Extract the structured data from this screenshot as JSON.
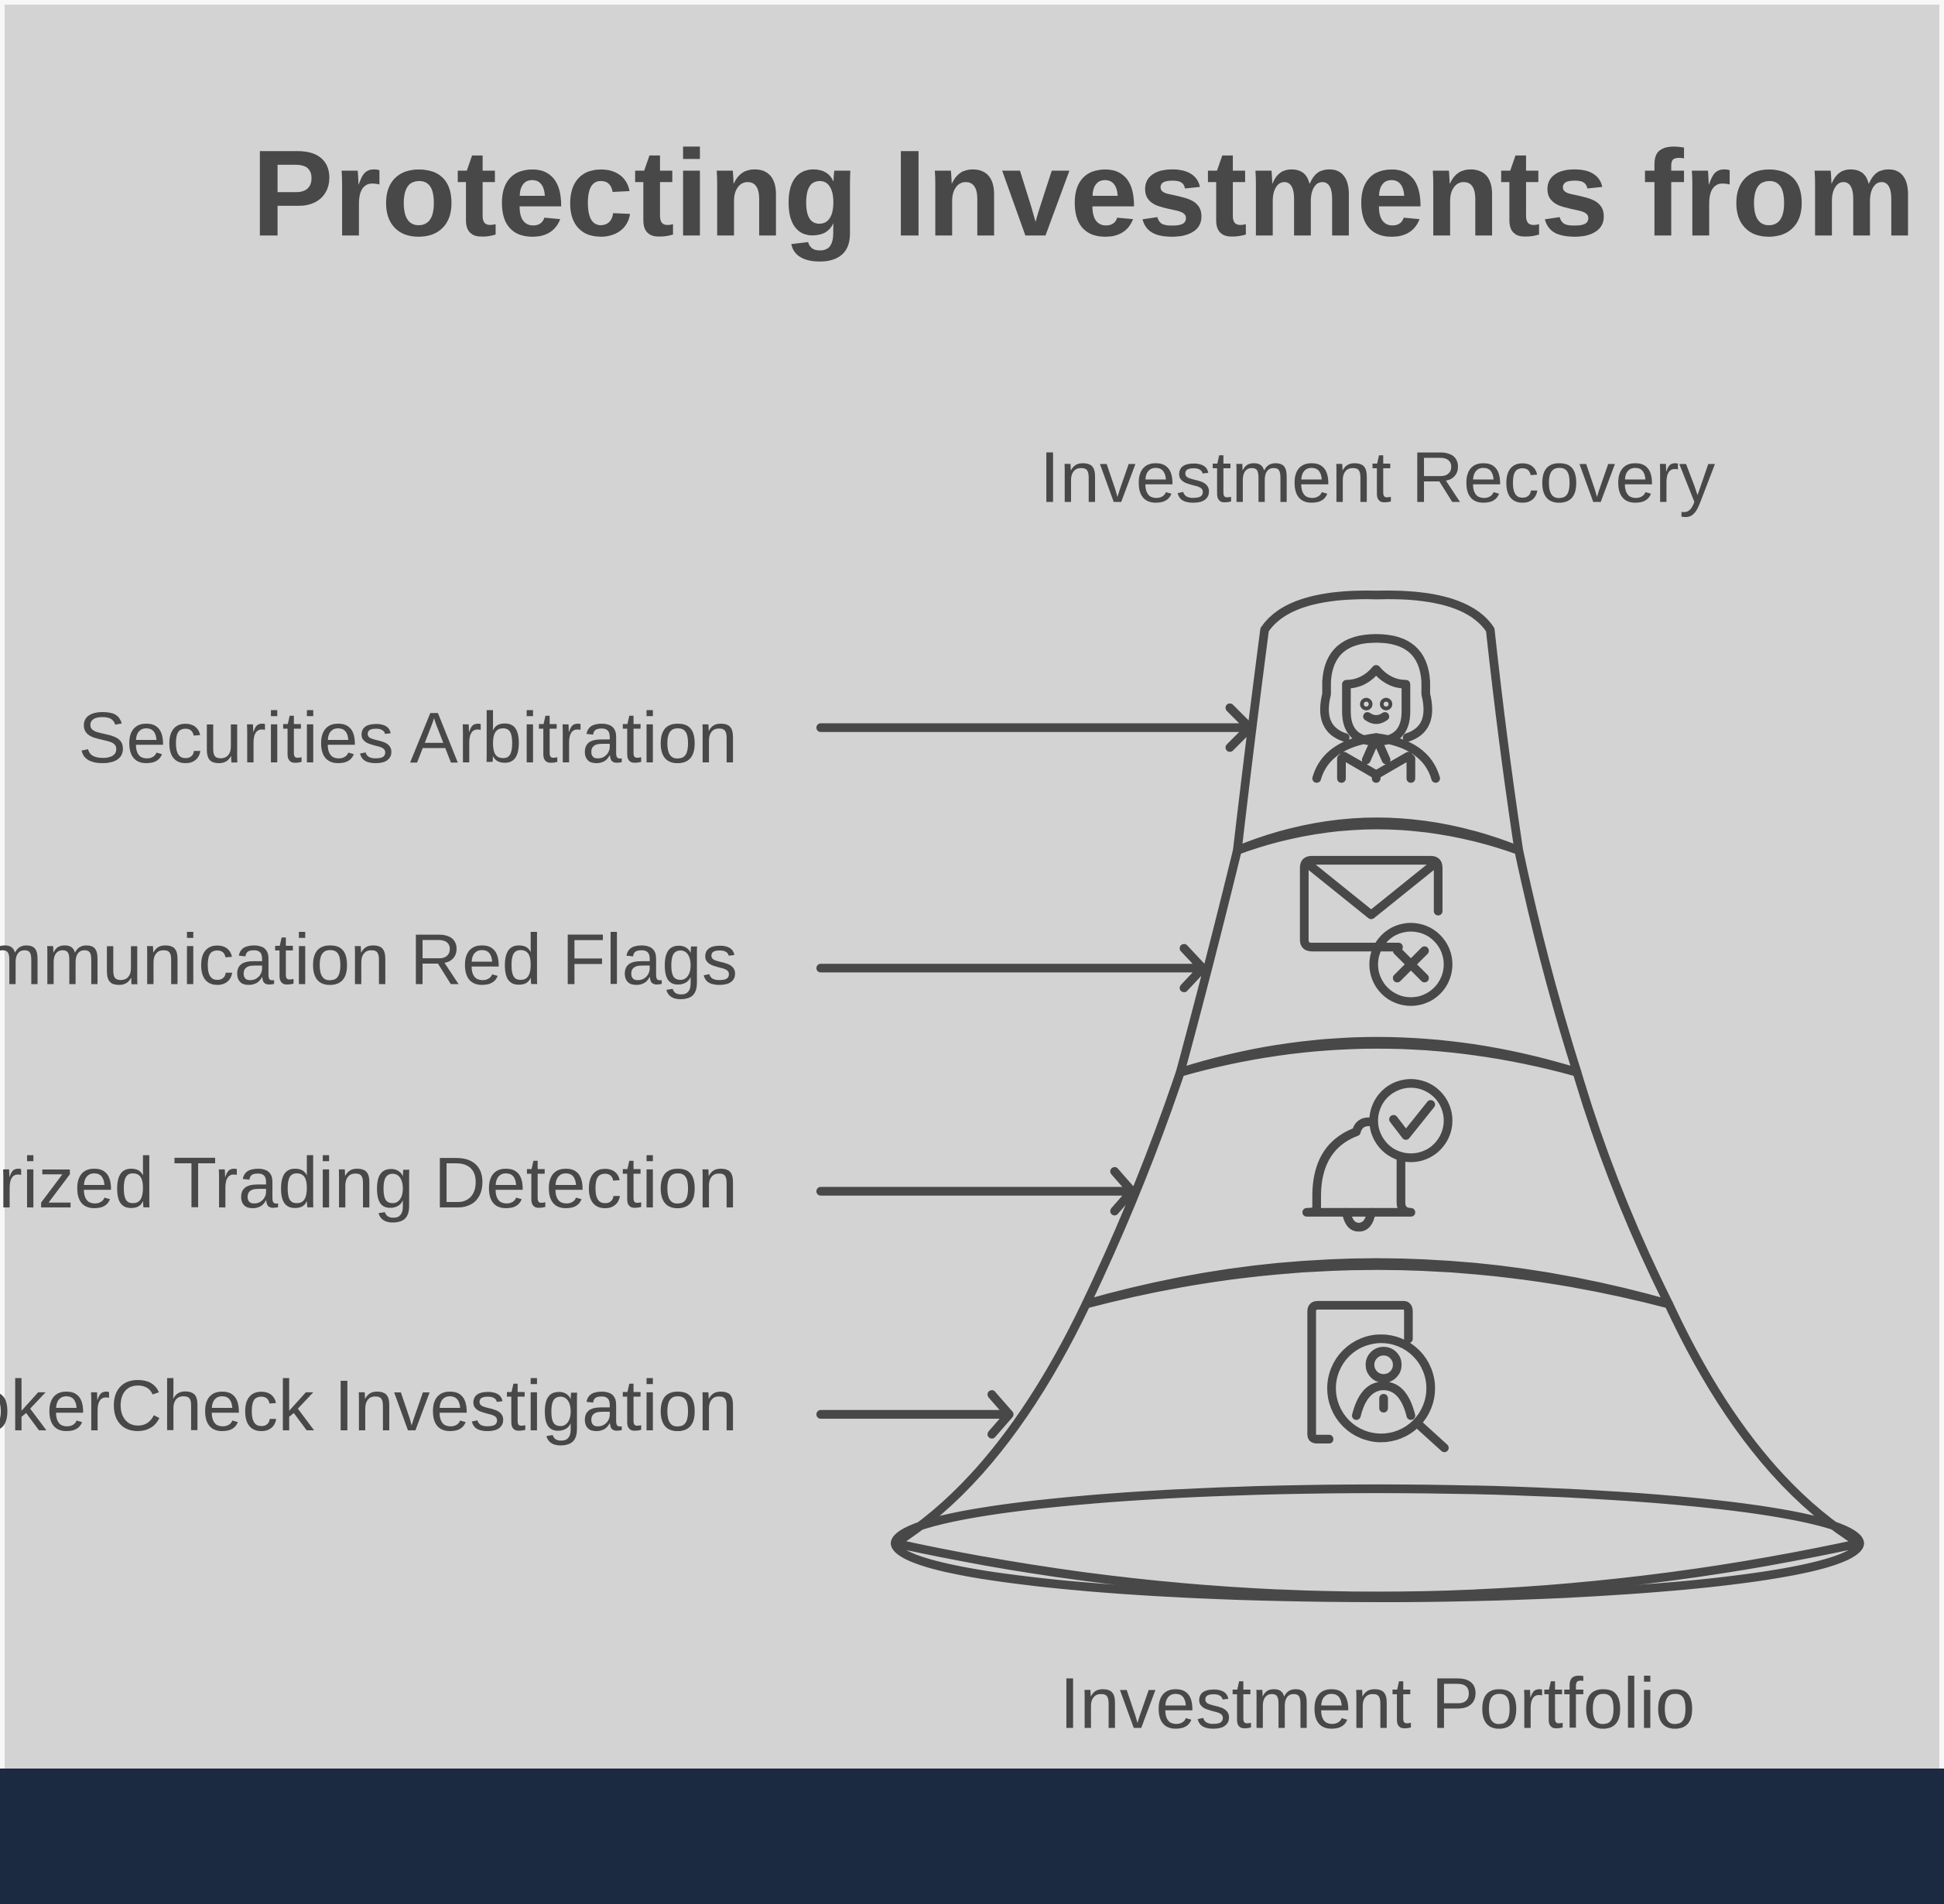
{
  "title": "Protecting Investments from Fraud",
  "top_label": "Investment Recovery",
  "bottom_label": "Investment Portfolio",
  "tiers": [
    {
      "label": "Securities Arbitration",
      "icon": "businesswoman-icon",
      "color_top": "#fff170",
      "color_bottom": "#ffe30e"
    },
    {
      "label": "Communication Red Flags",
      "icon": "mail-x-icon",
      "color_top": "#d3f978",
      "color_bottom": "#acdf3b"
    },
    {
      "label": "Unauthorized Trading Detection",
      "icon": "bell-check-icon",
      "color_top": "#80fbc0",
      "color_bottom": "#4adf96"
    },
    {
      "label": "BrokerCheck Investigation",
      "icon": "document-person-search-icon",
      "color_top": "#82defe",
      "color_bottom": "#1ec4fb"
    }
  ],
  "colors": {
    "background": "#d3d3d3",
    "text": "#484848",
    "outline": "#484848",
    "footer_bar": "#1b2a40"
  }
}
